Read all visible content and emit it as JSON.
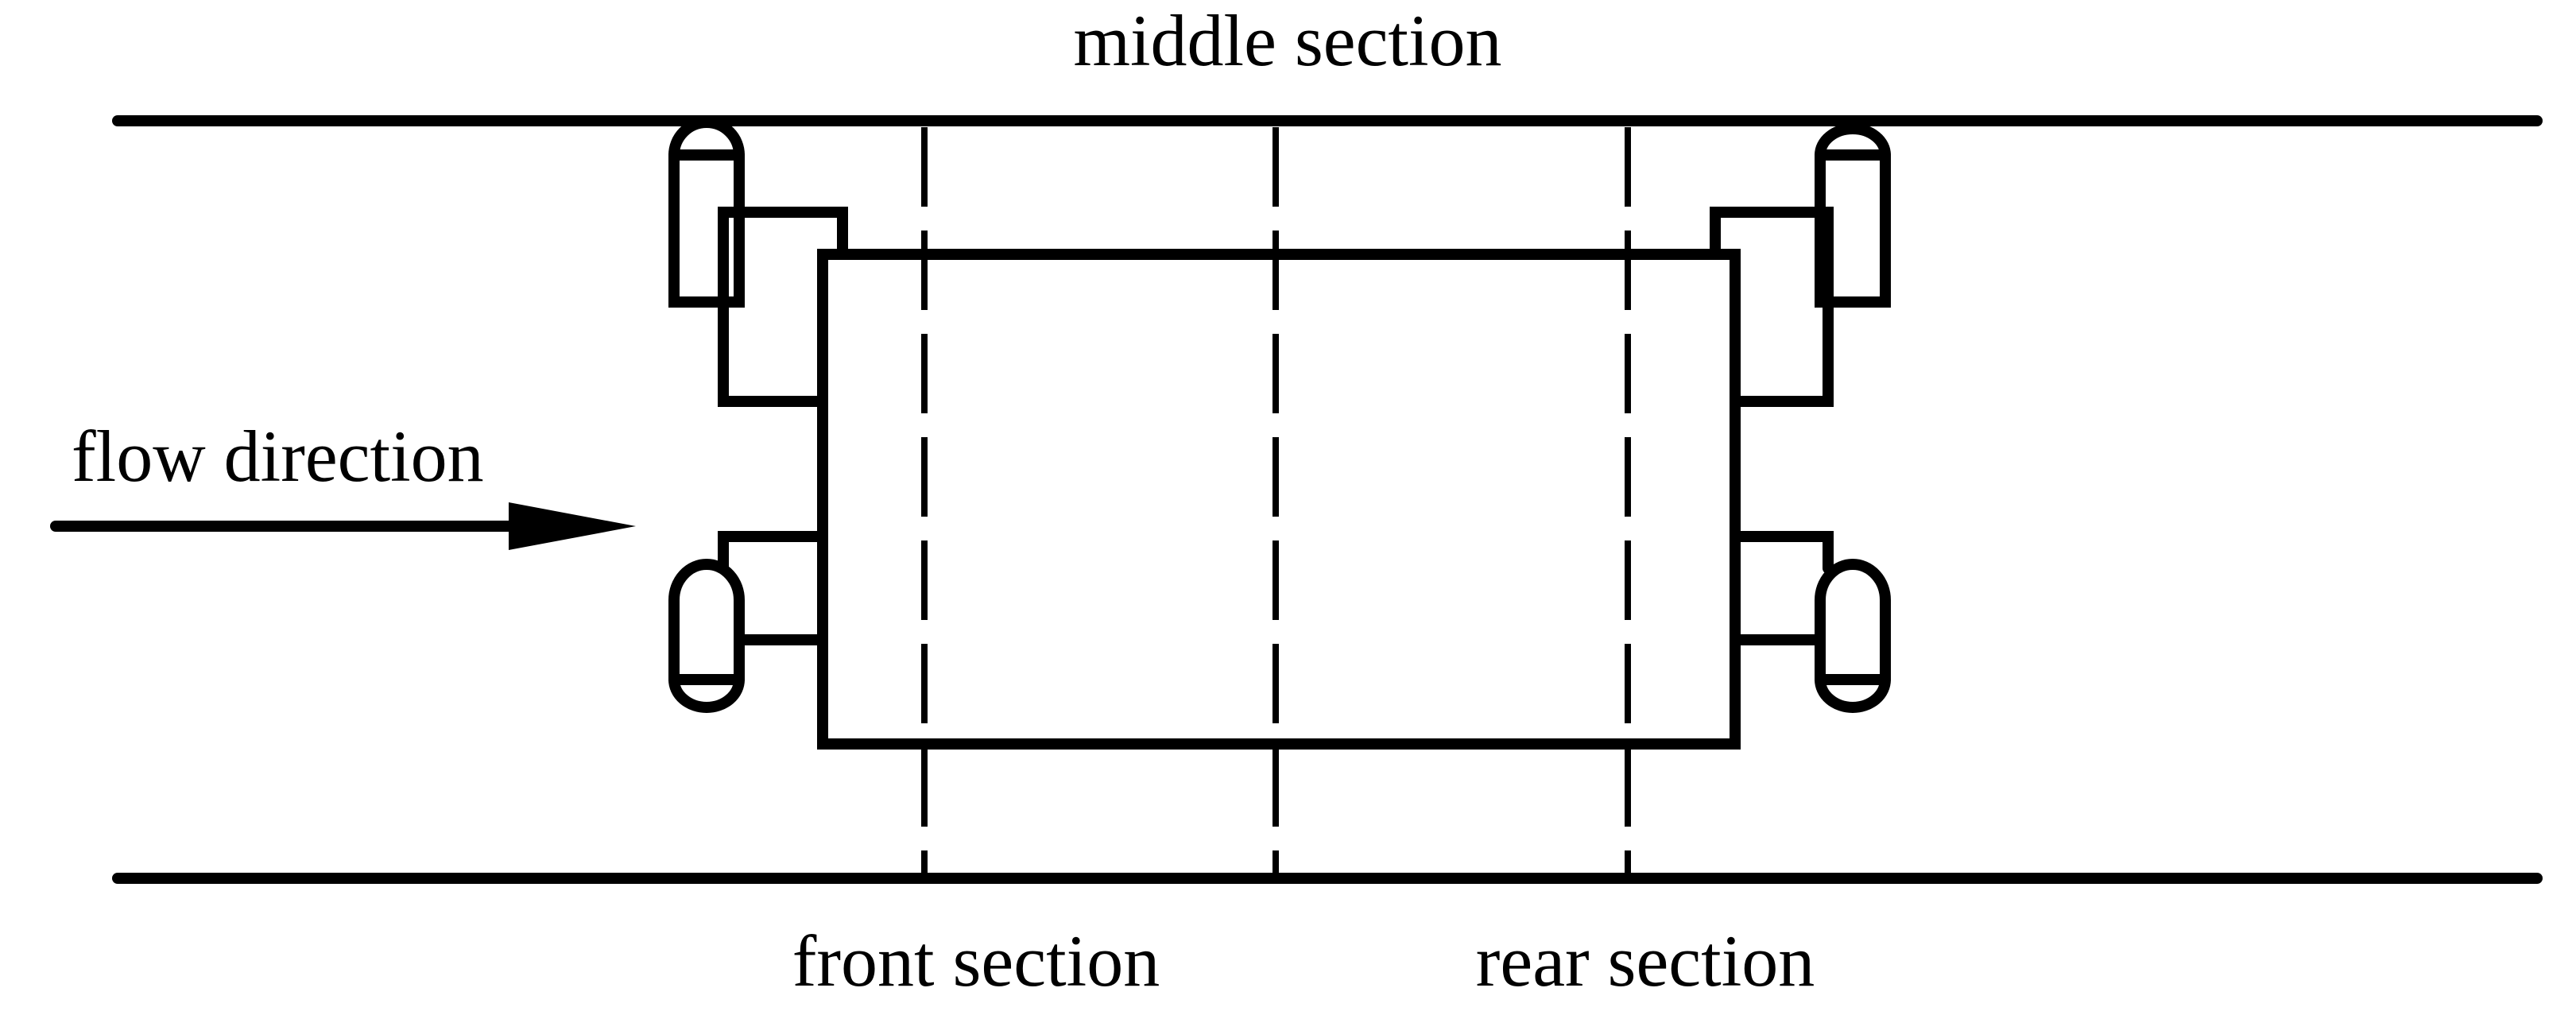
{
  "labels": {
    "middle_section": "middle section",
    "flow_direction": "flow direction",
    "front_section": "front section",
    "rear_section": "rear section"
  },
  "colors": {
    "line": "#000000",
    "background": "#ffffff"
  }
}
